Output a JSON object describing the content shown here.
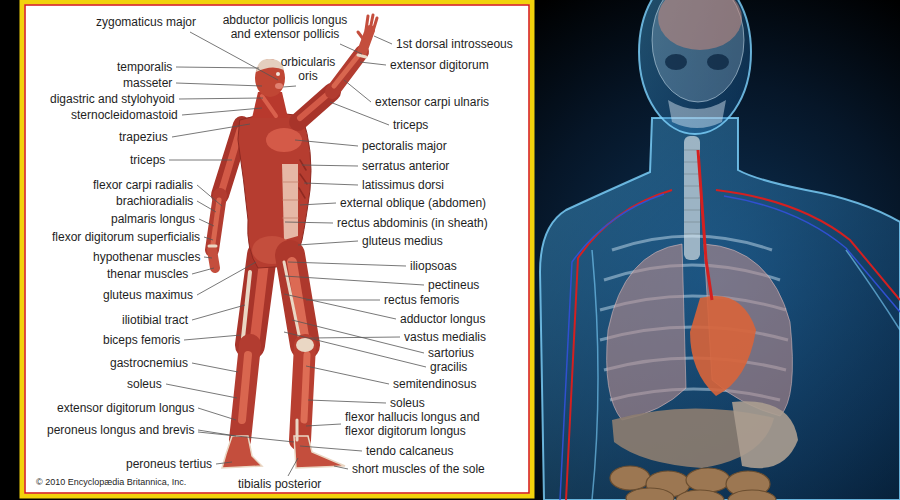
{
  "diagram": {
    "labels": [
      "zygomaticus major",
      "abductor pollicis longus and extensor pollicis",
      "orbicularis oris",
      "1st dorsal introsseous",
      "extensor digitorum",
      "temporalis",
      "masseter",
      "digastric and stylohyoid",
      "extensor carpi ulnaris",
      "sternocleidomastoid",
      "triceps",
      "trapezius",
      "pectoralis major",
      "triceps",
      "serratus anterior",
      "flexor carpi radialis",
      "latissimus dorsi",
      "brachioradialis",
      "external oblique (abdomen)",
      "palmaris longus",
      "rectus abdominis (in sheath)",
      "flexor digitorum superficialis",
      "gluteus medius",
      "hypothenar muscles",
      "iliopsoas",
      "thenar muscles",
      "pectineus",
      "gluteus maximus",
      "rectus femoris",
      "adductor longus",
      "iliotibial tract",
      "vastus medialis",
      "biceps femoris",
      "sartorius",
      "gastrocnemius",
      "gracilis",
      "soleus",
      "semitendinosus",
      "soleus",
      "extensor digitorum longus",
      "flexor hallucis longus and flexor digitorum longus",
      "peroneus longus and brevis",
      "tendo calcaneus",
      "peroneus tertius",
      "short muscles of the sole",
      "tibialis posterior",
      "© 2010 Encyclopædia Britannica, Inc."
    ]
  }
}
